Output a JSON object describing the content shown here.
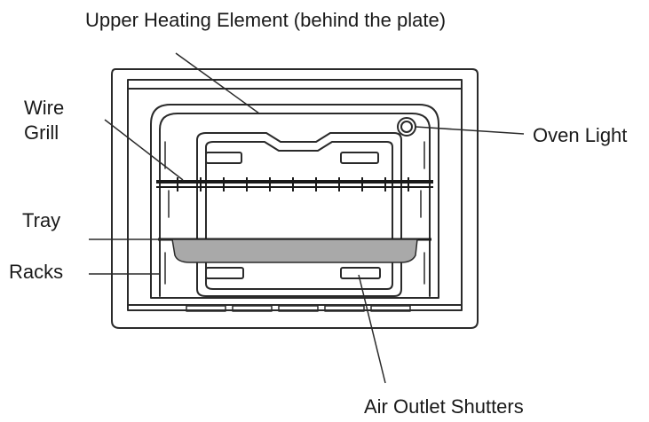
{
  "labels": {
    "upper_heating_element": "Upper Heating Element (behind the plate)",
    "wire": "Wire",
    "grill": "Grill",
    "tray": "Tray",
    "racks": "Racks",
    "oven_light": "Oven Light",
    "air_outlet_shutters": "Air Outlet Shutters"
  },
  "colors": {
    "line": "#2a2a2a",
    "tray_fill": "#a9a9a9",
    "background": "#ffffff"
  }
}
